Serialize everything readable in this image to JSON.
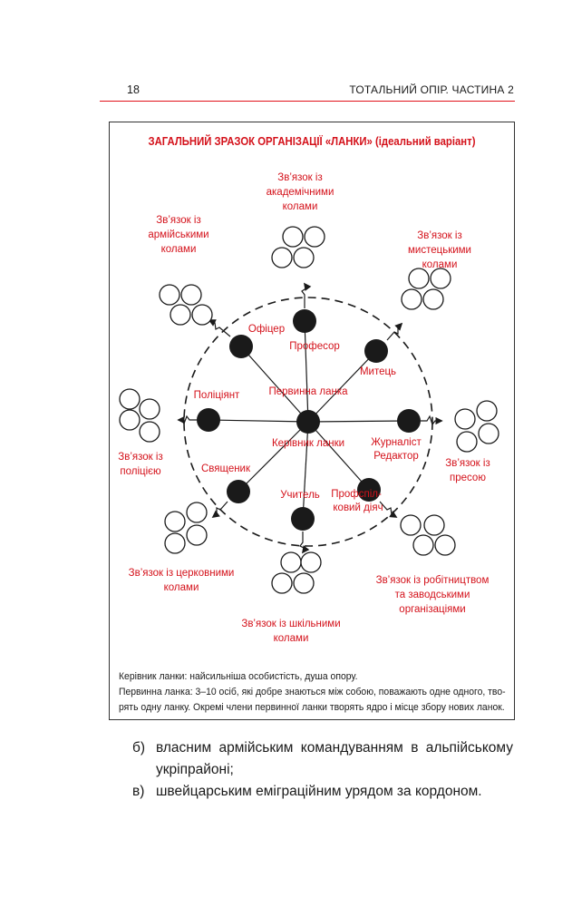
{
  "header": {
    "page_number": "18",
    "running_title": "ТОТАЛЬНИЙ ОПІР. ЧАСТИНА 2"
  },
  "figure": {
    "title": "ЗАГАЛЬНИЙ ЗРАЗОК ОРГАНІЗАЦІЇ «ЛАНКИ» (ідеальний варіант)",
    "center_labels": {
      "top": "Первинна ланка",
      "bottom": "Керівник ланки"
    },
    "members": {
      "officer": "Офіцер",
      "professor": "Професор",
      "artist": "Митець",
      "policeman": "Поліціянт",
      "journalist": [
        "Журналіст",
        "Редактор"
      ],
      "priest": "Священик",
      "teacher": "Учитель",
      "unionist": [
        "Профспіл-",
        "ковий діяч"
      ]
    },
    "links": {
      "academic": [
        "Зв’язок із",
        "академічними",
        "колами"
      ],
      "army": [
        "Зв’язок із",
        "армійськими",
        "колами"
      ],
      "art": [
        "Зв’язок із",
        "мистецькими",
        "колами"
      ],
      "police": [
        "Зв’язок із",
        "поліцією"
      ],
      "press": [
        "Зв’язок із",
        "пресою"
      ],
      "church": [
        "Зв’язок із церковними",
        "колами"
      ],
      "school": [
        "Зв’язок із шкільними",
        "колами"
      ],
      "workers": [
        "Зв’язок із робітництвом",
        "та заводськими",
        "організаціями"
      ]
    },
    "caption": [
      "Керівник ланки: найсильніша особистість, душа опору.",
      "Первинна ланка: 3–10 осіб, які добре знаються між собою, поважають одне одного, тво-",
      "рять одну ланку. Окремі члени первинної ланки творять ядро і місце збору нових ланок."
    ]
  },
  "list": [
    {
      "marker": "б)",
      "text": "власним армійським командуванням в альпійському укріпрайоні;"
    },
    {
      "marker": "в)",
      "text": "швейцарським еміграційним урядом за кордоном."
    }
  ],
  "colors": {
    "accent_red": "#d4121b",
    "rule_red": "#e1121b",
    "ink": "#1a1a1a"
  }
}
